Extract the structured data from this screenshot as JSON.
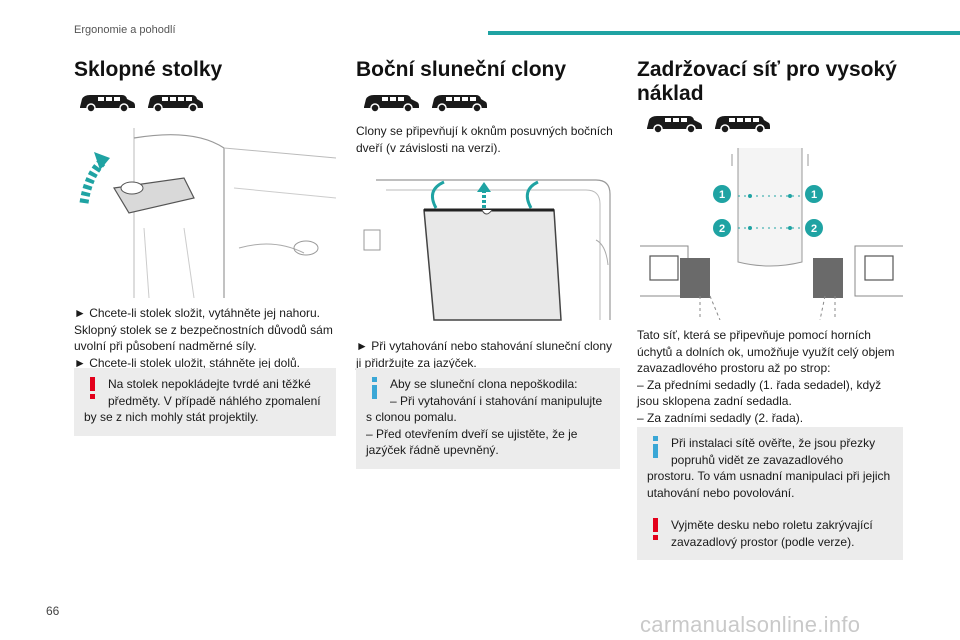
{
  "header": {
    "section_title": "Ergonomie a pohodlí"
  },
  "footer": {
    "page_number": "66",
    "watermark": "carmanualsonline.info"
  },
  "colors": {
    "accent": "#1fa3a3",
    "warning": "#e3001b",
    "info": "#3aa7d6",
    "note_bg": "#ececec"
  },
  "col1": {
    "title": "Sklopné stolky",
    "icons": [
      "van-short-icon",
      "van-long-icon"
    ],
    "text": [
      "► Chcete-li stolek složit, vytáhněte jej nahoru.",
      "Sklopný stolek se z bezpečnostních důvodů sám",
      "uvolní při působení nadměrné síly.",
      "► Chcete-li stolek uložit, stáhněte jej dolů."
    ],
    "warning": {
      "first_line": "Na stolek nepokládejte tvrdé ani těžké",
      "line2": "předměty. V případě náhlého zpomalení",
      "line3": "by se z nich mohly stát projektily."
    }
  },
  "col2": {
    "title": "Boční sluneční clony",
    "icons": [
      "van-short-icon",
      "van-long-icon"
    ],
    "intro": [
      "Clony se připevňují k oknům posuvných bočních",
      "dveří (v závislosti na verzi)."
    ],
    "text": [
      "► Při vytahování nebo stahování sluneční clony",
      "ji přidržujte za jazýček."
    ],
    "info": {
      "first_line": "Aby se sluneční clona nepoškodila:",
      "line2": "– Při vytahování i stahování manipulujte",
      "line3": "s clonou pomalu.",
      "line4": "– Před otevřením dveří se ujistěte, že je",
      "line5": "jazýček řádně upevněný."
    }
  },
  "col3": {
    "title_line1": "Zadržovací síť pro vysoký",
    "title_line2": "náklad",
    "icons": [
      "van-short-icon",
      "van-long-icon"
    ],
    "callouts": [
      "1",
      "1",
      "2",
      "2"
    ],
    "text": [
      "Tato síť, která se připevňuje pomocí horních",
      "úchytů a dolních ok, umožňuje využít celý objem",
      "zavazadlového prostoru až po strop:",
      "– Za předními sedadly (1. řada sedadel), když",
      "jsou sklopena zadní sedadla.",
      "– Za zadními sedadly (2. řada)."
    ],
    "info": {
      "first_line": "Při instalaci sítě ověřte, že jsou přezky",
      "line2": "popruhů vidět ze zavazadlového",
      "line3": "prostoru. To vám usnadní manipulaci při jejich",
      "line4": "utahování nebo povolování."
    },
    "warning": {
      "first_line": "Vyjměte desku nebo roletu zakrývající",
      "line2": "zavazadlový prostor (podle verze)."
    }
  }
}
